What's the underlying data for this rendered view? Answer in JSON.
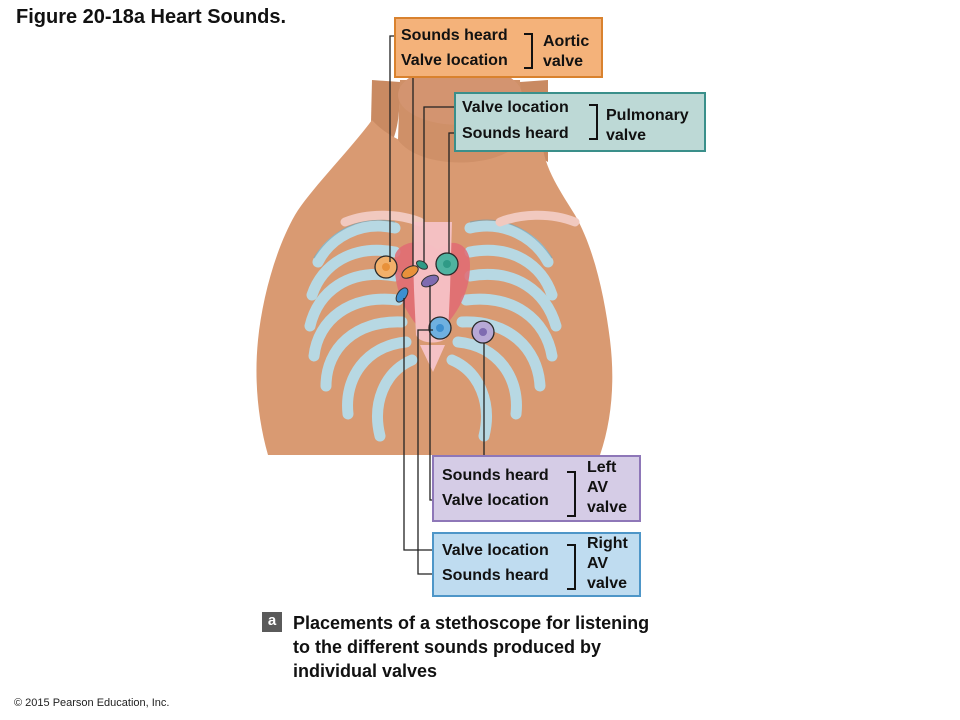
{
  "title": "Figure 20-18a Heart Sounds.",
  "labels": {
    "aortic": {
      "rows": [
        "Sounds heard",
        "Valve location"
      ],
      "valve_name": [
        "Aortic",
        "valve"
      ]
    },
    "pulmonary": {
      "rows": [
        "Valve location",
        "Sounds heard"
      ],
      "valve_name": [
        "Pulmonary",
        "valve"
      ]
    },
    "left_av": {
      "rows": [
        "Sounds heard",
        "Valve location"
      ],
      "valve_name": [
        "Left",
        "AV",
        "valve"
      ]
    },
    "right_av": {
      "rows": [
        "Valve location",
        "Sounds heard"
      ],
      "valve_name": [
        "Right",
        "AV",
        "valve"
      ]
    }
  },
  "panel_letter": "a",
  "caption": "Placements of a stethoscope for listening to the different sounds produced by individual valves",
  "copyright": "© 2015 Pearson Education, Inc.",
  "colors": {
    "aortic": "#e8913a",
    "pulmonary": "#2f9a86",
    "left_av": "#7e6bb0",
    "right_av": "#3d8fd0",
    "skin": "#d99a72",
    "bone": "#b7d8e3",
    "heart": "#f2b3b8"
  }
}
